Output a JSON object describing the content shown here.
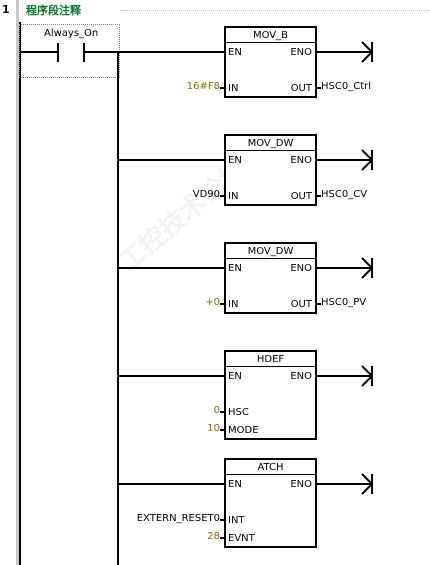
{
  "network": {
    "number": "1",
    "comment": "程序段注释"
  },
  "contact": {
    "name": "Always_On"
  },
  "watermark": "工控技术论坛",
  "boxes": [
    {
      "title": "MOV_B",
      "pins": {
        "en": "EN",
        "eno": "ENO",
        "in1": "IN",
        "out": "OUT"
      },
      "in1_value": "16#F8",
      "out_value": "HSC0_Ctrl"
    },
    {
      "title": "MOV_DW",
      "pins": {
        "en": "EN",
        "eno": "ENO",
        "in1": "IN",
        "out": "OUT"
      },
      "in1_value": "VD90",
      "out_value": "HSC0_CV"
    },
    {
      "title": "MOV_DW",
      "pins": {
        "en": "EN",
        "eno": "ENO",
        "in1": "IN",
        "out": "OUT"
      },
      "in1_value": "+0",
      "out_value": "HSC0_PV"
    },
    {
      "title": "HDEF",
      "pins": {
        "en": "EN",
        "eno": "ENO",
        "in1": "HSC",
        "in2": "MODE"
      },
      "in1_value": "0",
      "in2_value": "10"
    },
    {
      "title": "ATCH",
      "pins": {
        "en": "EN",
        "eno": "ENO",
        "in1": "INT",
        "in2": "EVNT"
      },
      "in1_value": "EXTERN_RESET0",
      "in2_value": "28"
    }
  ]
}
